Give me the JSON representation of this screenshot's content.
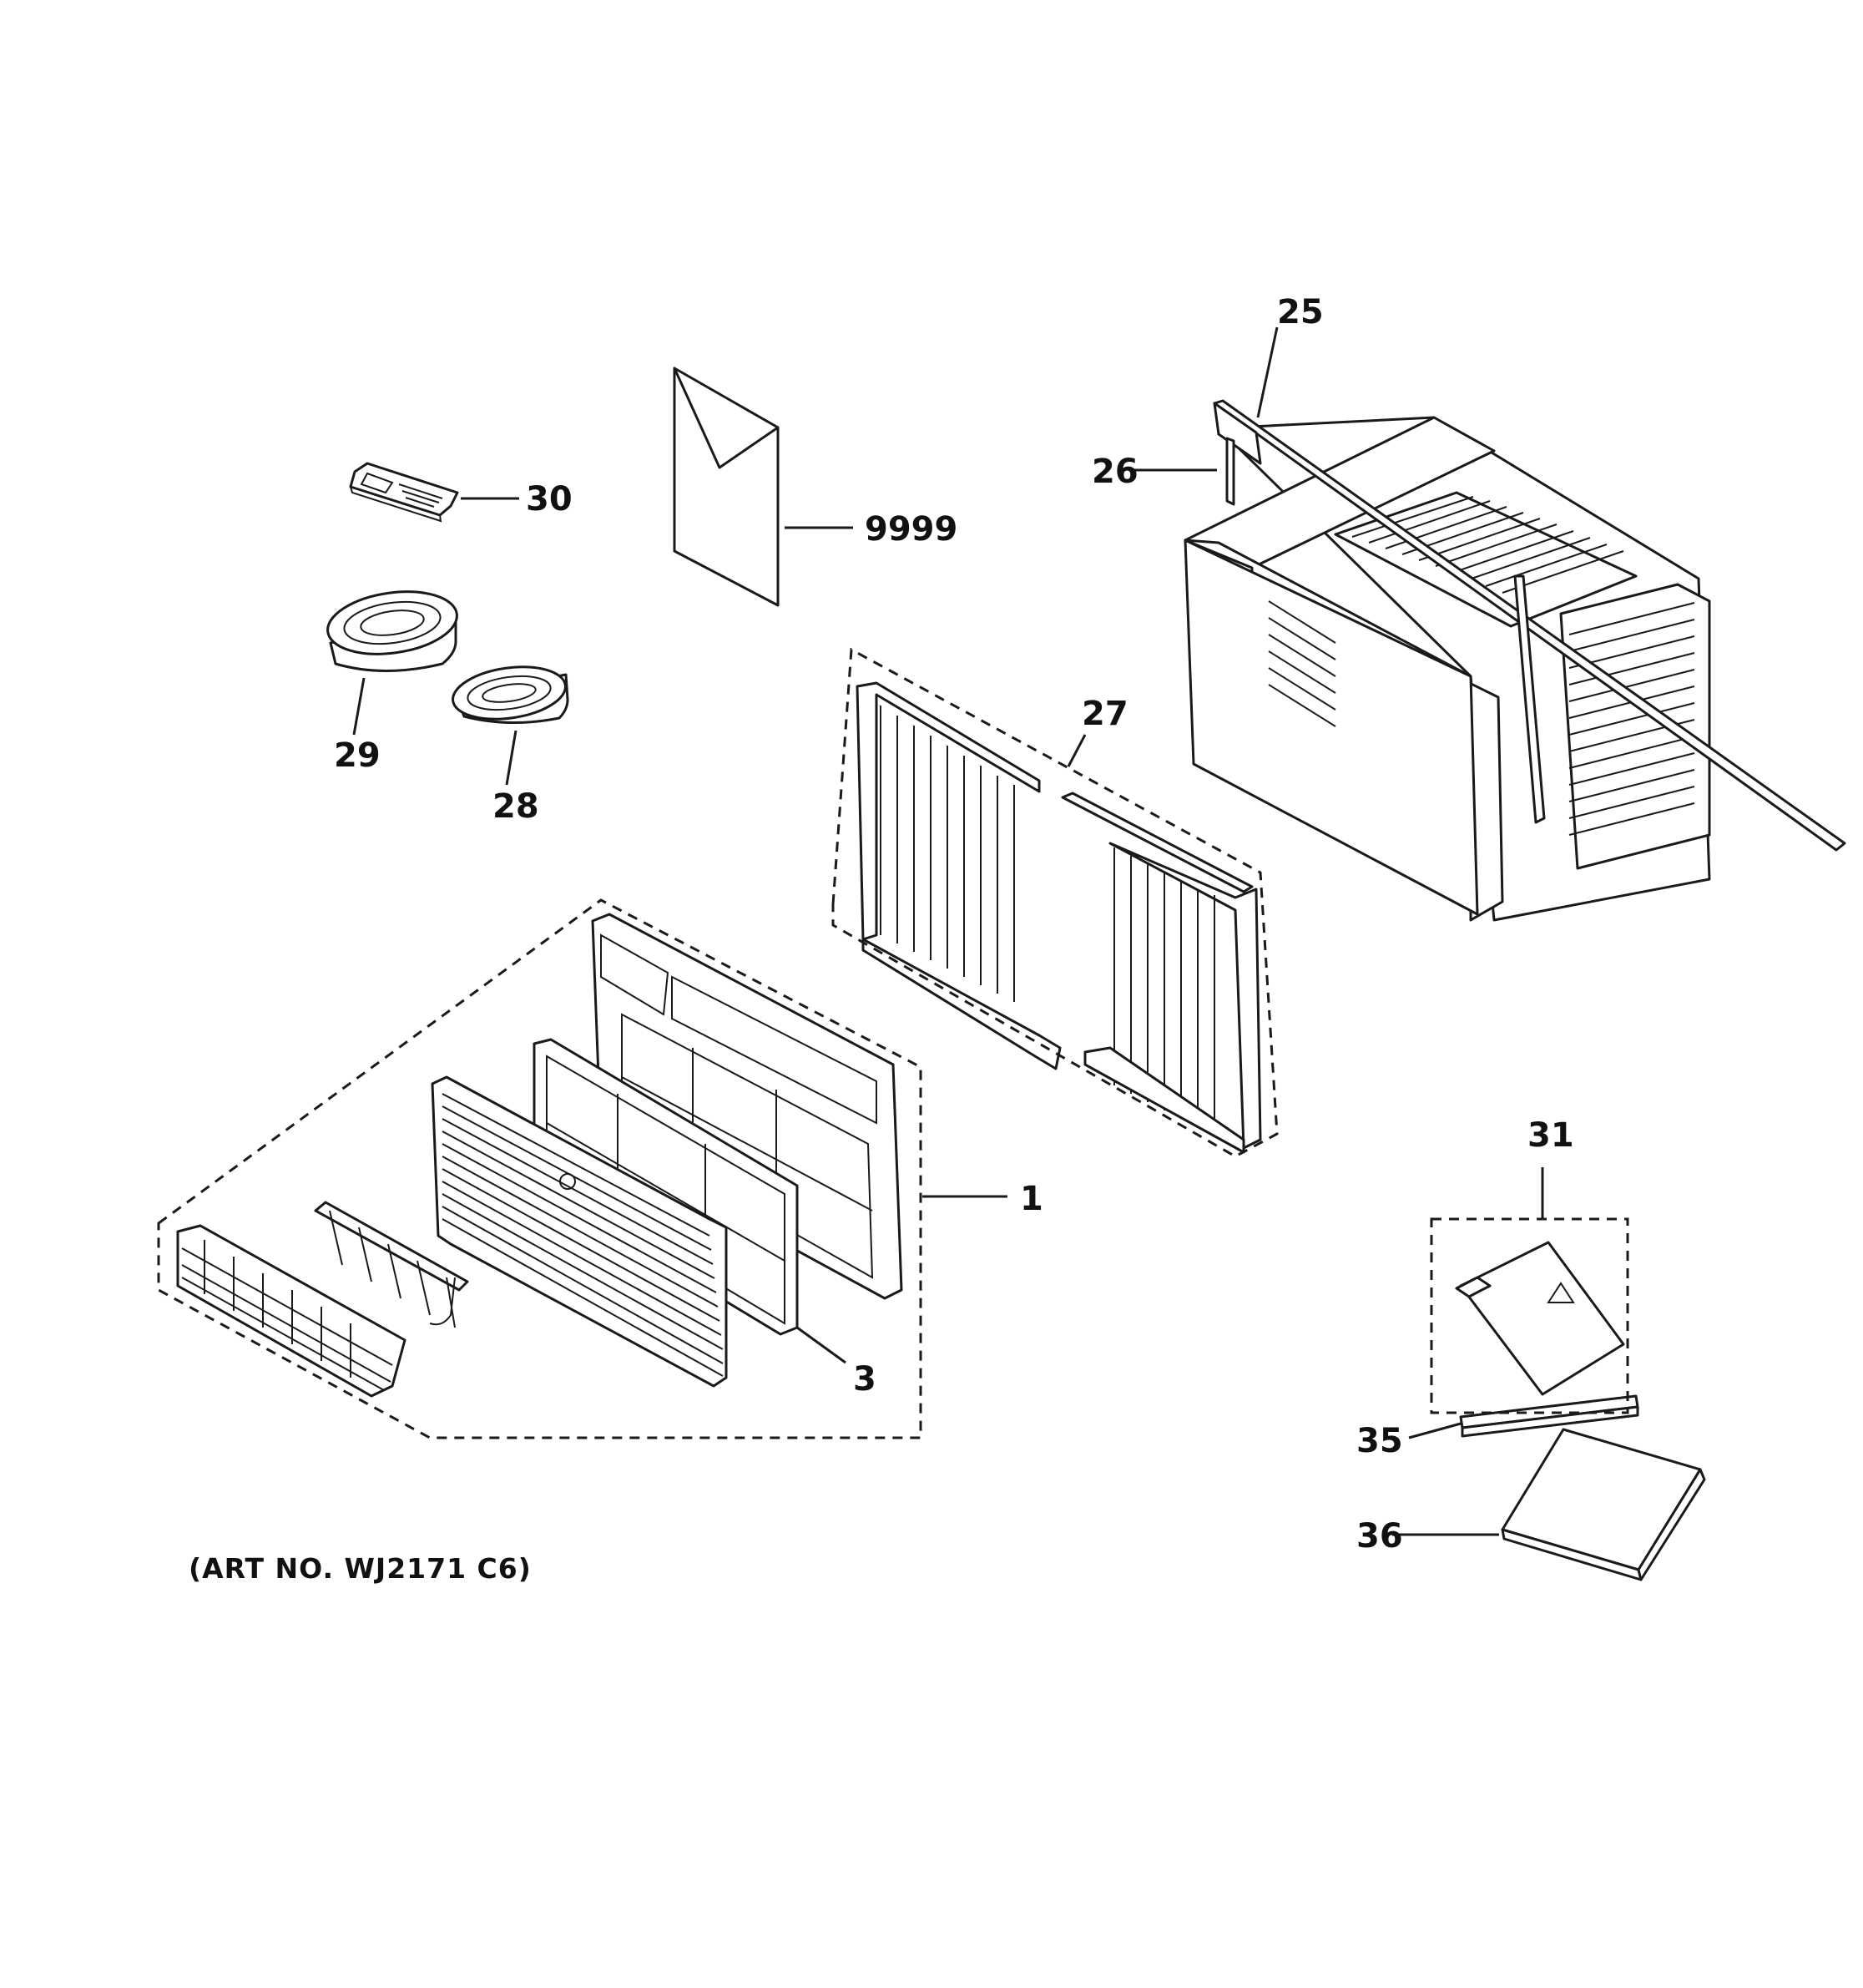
{
  "parts": {
    "p25": "25",
    "p26": "26",
    "p30": "30",
    "p9999": "9999",
    "p29": "29",
    "p28": "28",
    "p27": "27",
    "p1": "1",
    "p3": "3",
    "p31": "31",
    "p35": "35",
    "p36": "36"
  },
  "art_number": "(ART NO. WJ2171 C6)"
}
